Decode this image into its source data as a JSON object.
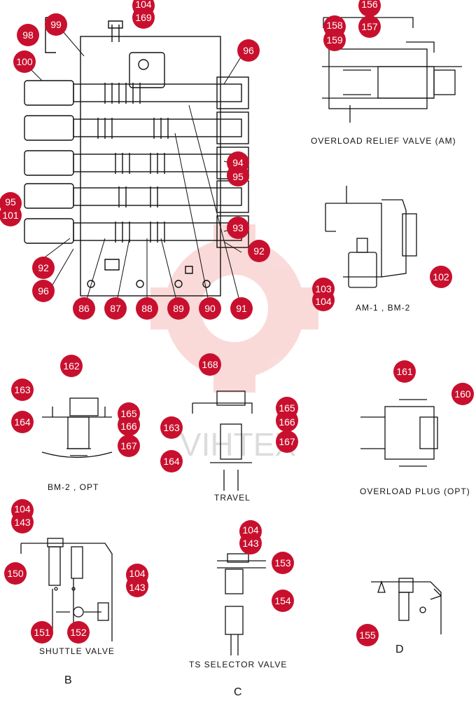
{
  "watermark_text": "VIHTEX",
  "colors": {
    "callout": "#c8102e",
    "line": "#111111",
    "watermark": "#e53935"
  },
  "captions": {
    "overload_relief": "OVERLOAD RELIEF VALVE (AM)",
    "am1_bm2": "AM-1 , BM-2",
    "bm2_opt": "BM-2 , OPT",
    "travel": "TRAVEL",
    "overload_plug": "OVERLOAD PLUG (OPT)",
    "shuttle": "SHUTTLE VALVE",
    "ts_selector": "TS SELECTOR VALVE",
    "B": "B",
    "C": "C",
    "D": "D"
  },
  "callouts": {
    "c104_top": "104",
    "c169": "169",
    "c99": "99",
    "c98": "98",
    "c100": "100",
    "c96_top": "96",
    "c94": "94",
    "c95": "95",
    "c95_left": "95",
    "c101": "101",
    "c93": "93",
    "c92_right": "92",
    "c92_left": "92",
    "c96_left": "96",
    "c86": "86",
    "c87": "87",
    "c88": "88",
    "c89": "89",
    "c90": "90",
    "c91": "91",
    "c156": "156",
    "c158": "158",
    "c157": "157",
    "c159": "159",
    "c102": "102",
    "c103": "103",
    "c104_am": "104",
    "c162": "162",
    "c163_bm": "163",
    "c165_bm": "165",
    "c166_bm": "166",
    "c164_bm": "164",
    "c167_bm": "167",
    "c168": "168",
    "c165_tr": "165",
    "c166_tr": "166",
    "c163_tr": "163",
    "c167_tr": "167",
    "c164_tr": "164",
    "c161": "161",
    "c160": "160",
    "c104_sh": "104",
    "c143_sh": "143",
    "c150": "150",
    "c104_sh2": "104",
    "c143_sh2": "143",
    "c151": "151",
    "c152": "152",
    "c104_ts": "104",
    "c143_ts": "143",
    "c153": "153",
    "c154": "154",
    "c155": "155"
  }
}
